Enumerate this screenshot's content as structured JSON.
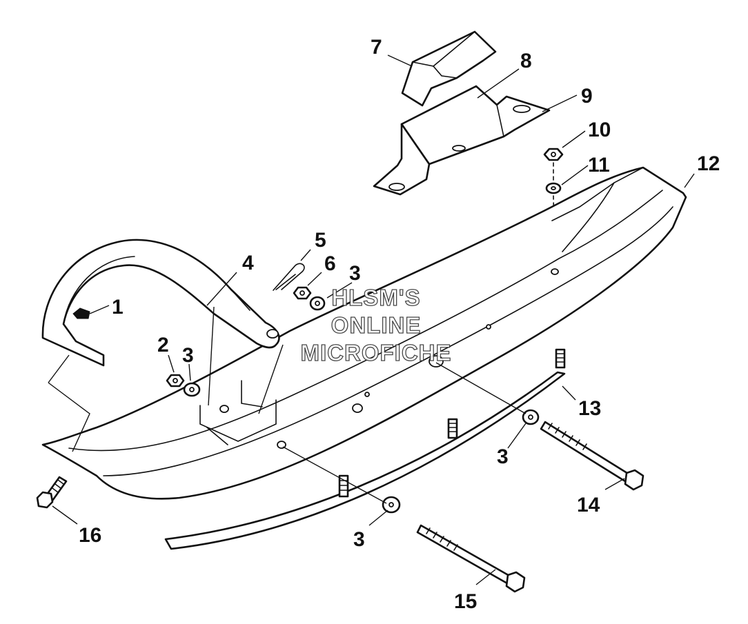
{
  "diagram": {
    "callouts": [
      "1",
      "2",
      "3",
      "3",
      "3",
      "3",
      "4",
      "5",
      "6",
      "7",
      "8",
      "9",
      "10",
      "11",
      "12",
      "13",
      "14",
      "15",
      "16"
    ],
    "watermark": [
      "HLSM'S",
      "ONLINE",
      "MICROFICHE"
    ]
  }
}
